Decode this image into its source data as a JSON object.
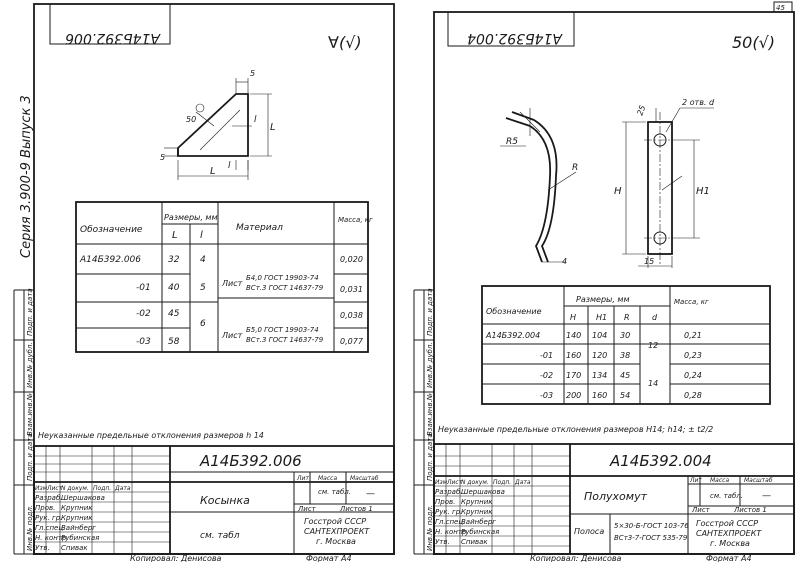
{
  "page_number": "45",
  "left": {
    "code_rot": "А14Б392.006",
    "roughness": "∀(√)",
    "series": "Серия 3.900-9  Выпуск 3",
    "dims": {
      "s1": "5",
      "r": "50",
      "L": "L",
      "l": "l",
      "s2": "5",
      "l2": "l",
      "L2": "L"
    },
    "table": {
      "h_name": "Обозначение",
      "h_sizes": "Размеры, мм",
      "h_L": "L",
      "h_l": "l",
      "h_material": "Материал",
      "h_mass": "Масса, кг",
      "rows": [
        {
          "name": "А14Б392.006",
          "L": "32",
          "l": "4",
          "mass": "0,020"
        },
        {
          "name": "-01",
          "L": "40",
          "l": "5",
          "mass": "0,031"
        },
        {
          "name": "-02",
          "L": "45",
          "l": "6",
          "mass": "0,038"
        },
        {
          "name": "-03",
          "L": "58",
          "l": "",
          "mass": "0,077"
        }
      ],
      "mat1_a": "Лист",
      "mat1_b": "Б4,0  ГОСТ 19903-74",
      "mat1_c": "ВСт.3  ГОСТ 14637-79",
      "mat2_a": "Лист",
      "mat2_b": "Б5,0  ГОСТ 19903-74",
      "mat2_c": "ВСт.3  ГОСТ 14637-79"
    },
    "note": "Неуказанные  предельные  отклонения  размеров  h 14",
    "side": [
      "Инв.№ подл.",
      "Подп. и дата",
      "Взам.инв.№",
      "Инв.№ дубл.",
      "Подп. и дата"
    ],
    "stamp": {
      "code": "А14Б392.006",
      "title": "Косынка",
      "material": "см.  табл",
      "rows": [
        "Изм",
        "Лист",
        "N докум.",
        "Подп.",
        "Дата"
      ],
      "roles": [
        "Разраб.",
        "Пров.",
        "Рук. гр.",
        "Гл.спец.",
        "Н. контр.",
        "Утв."
      ],
      "names": [
        "Шершакова",
        "Крупник",
        "Крупник",
        "Вайнберг",
        "Рубинская",
        "Спивак"
      ],
      "lit": "Лит",
      "mass": "Масса",
      "scale": "Масштаб",
      "mass_val": "см. табл.",
      "scale_val": "—",
      "sheet": "Лист",
      "sheets": "Листов 1",
      "org1": "Госстрой СССР",
      "org2": "САНТЕХПРОЕКТ",
      "org3": "г. Москва"
    },
    "copy": "Копировал: Денисова",
    "format": "Формат  А4"
  },
  "right": {
    "code_rot": "А14Б392.004",
    "roughness": "50(√)",
    "dims": {
      "r5": "R5",
      "r": "R",
      "h": "H",
      "h1": "H1",
      "d4": "4",
      "d15": "15",
      "d25": "25",
      "holes": "2 отв. d"
    },
    "table": {
      "h_name": "Обозначение",
      "h_sizes": "Размеры, мм",
      "h_H": "H",
      "h_H1": "H1",
      "h_R": "R",
      "h_d": "d",
      "h_mass": "Масса, кг",
      "rows": [
        {
          "name": "А14Б392.004",
          "H": "140",
          "H1": "104",
          "R": "30",
          "mass": "0,21"
        },
        {
          "name": "-01",
          "H": "160",
          "H1": "120",
          "R": "38",
          "mass": "0,23"
        },
        {
          "name": "-02",
          "H": "170",
          "H1": "134",
          "R": "45",
          "mass": "0,24"
        },
        {
          "name": "-03",
          "H": "200",
          "H1": "160",
          "R": "54",
          "mass": "0,28"
        }
      ],
      "d12": "12",
      "d14": "14"
    },
    "note": "Неуказанные  предельные  отклонения  размеров  H14; h14; ± t2/2",
    "side": [
      "Инв.№ подл.",
      "Подп. и дата",
      "Взам.инв.№",
      "Инв.№ дубл.",
      "Подп. и дата"
    ],
    "stamp": {
      "code": "А14Б392.004",
      "title": "Полухомут",
      "mat_a": "Полоса",
      "mat_b": "5×30-Б-ГОСТ 103-76",
      "mat_c": "ВСт3-7-ГОСТ 535-79",
      "rows": [
        "Изм",
        "Лист",
        "N докум.",
        "Подп.",
        "Дата"
      ],
      "roles": [
        "Разраб.",
        "Пров.",
        "Рук. гр.",
        "Гл.спец.",
        "Н. контр.",
        "Утв."
      ],
      "names": [
        "Шершакова",
        "Крупник",
        "Крупник",
        "Вайнберг",
        "Рубинская",
        "Спивак"
      ],
      "lit": "Лит",
      "mass": "Масса",
      "scale": "Масштаб",
      "mass_val": "см. табл.",
      "scale_val": "—",
      "sheet": "Лист",
      "sheets": "Листов 1",
      "org1": "Госстрой СССР",
      "org2": "САНТЕХПРОЕКТ",
      "org3": "г. Москва"
    },
    "copy": "Копировал: Денисова",
    "format": "Формат  А4"
  }
}
